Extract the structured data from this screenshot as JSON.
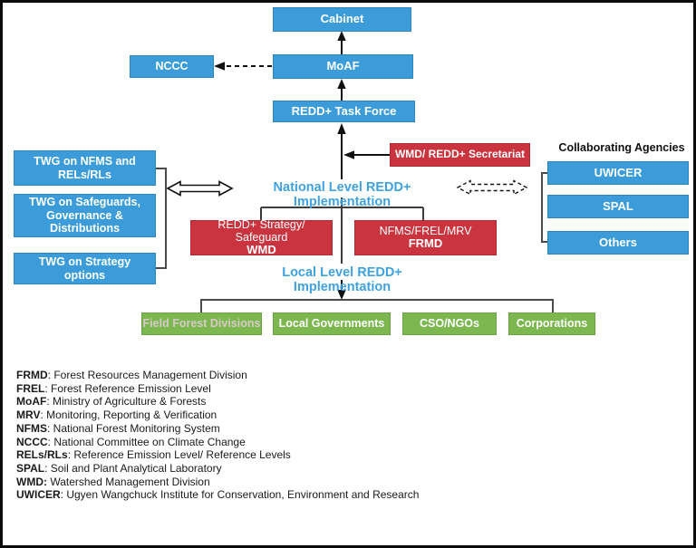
{
  "colors": {
    "box_blue": "#3b9cd9",
    "box_red": "#c9343f",
    "box_green": "#7cb750",
    "level_text_blue": "#3fa2e0",
    "field_forest_text": "#d8cac8"
  },
  "hierarchy": {
    "cabinet": "Cabinet",
    "nccc": "NCCC",
    "moaf": "MoAF",
    "task_force": "REDD+ Task Force",
    "secretariat": "WMD/ REDD+ Secretariat"
  },
  "twg_boxes": [
    "TWG on NFMS and RELs/RLs",
    "TWG on Safeguards, Governance & Distributions",
    "TWG on Strategy options"
  ],
  "levels": {
    "national": "National Level REDD+ Implementation",
    "local": "Local Level REDD+ Implementation"
  },
  "implementing_units": [
    {
      "line1": "REDD+ Strategy/ Safeguard",
      "line2": "WMD"
    },
    {
      "line1": "NFMS/FREL/MRV",
      "line2": "FRMD"
    }
  ],
  "collaborating": {
    "title": "Collaborating Agencies",
    "agencies": [
      "UWICER",
      "SPAL",
      "Others"
    ]
  },
  "local_actors": [
    "Field Forest Divisions",
    "Local Governments",
    "CSO/NGOs",
    "Corporations"
  ],
  "legend": [
    {
      "term": "FRMD",
      "definition": ": Forest Resources Management Division"
    },
    {
      "term": "FREL",
      "definition": ": Forest Reference Emission Level"
    },
    {
      "term": "MoAF",
      "definition": ": Ministry of Agriculture & Forests"
    },
    {
      "term": "MRV",
      "definition": ": Monitoring, Reporting & Verification"
    },
    {
      "term": "NFMS",
      "definition": ": National Forest Monitoring System"
    },
    {
      "term": "NCCC",
      "definition": ": National Committee on Climate Change"
    },
    {
      "term": "RELs/RLs",
      "definition": ": Reference Emission Level/ Reference Levels"
    },
    {
      "term": "SPAL",
      "definition": ": Soil and Plant Analytical Laboratory"
    },
    {
      "term": "WMD:",
      "definition": " Watershed Management Division"
    },
    {
      "term": "UWICER",
      "definition": ": Ugyen Wangchuck Institute for Conservation, Environment and Research"
    }
  ]
}
